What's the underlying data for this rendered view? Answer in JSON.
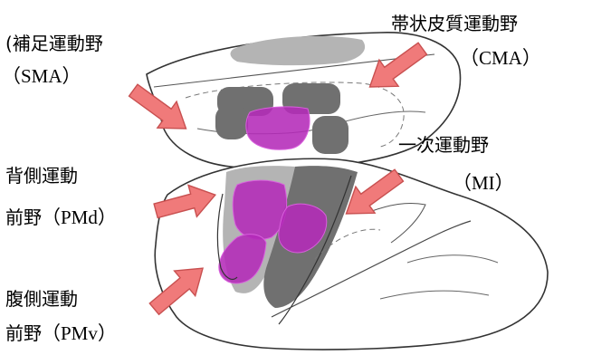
{
  "labels": {
    "sma": {
      "name": "(補足運動野",
      "abbr": "（SMA）"
    },
    "cma": {
      "name": "帯状皮質運動野",
      "abbr": "（CMA）"
    },
    "mi": {
      "name": "一次運動野",
      "abbr": "（MI）"
    },
    "pmd": {
      "line1": "背側運動",
      "line2_prefix": "前野",
      "abbr": "（PMd）"
    },
    "pmv": {
      "line1": "腹側運動",
      "line2_prefix": "前野",
      "abbr": "（PMv）"
    }
  },
  "colors": {
    "arrow_fill": "#f07a7a",
    "arrow_stroke": "#c85050",
    "region_light": "#b4b4b4",
    "region_dark": "#707070",
    "highlight_magenta": "#b42ab8",
    "outline": "#333333"
  }
}
